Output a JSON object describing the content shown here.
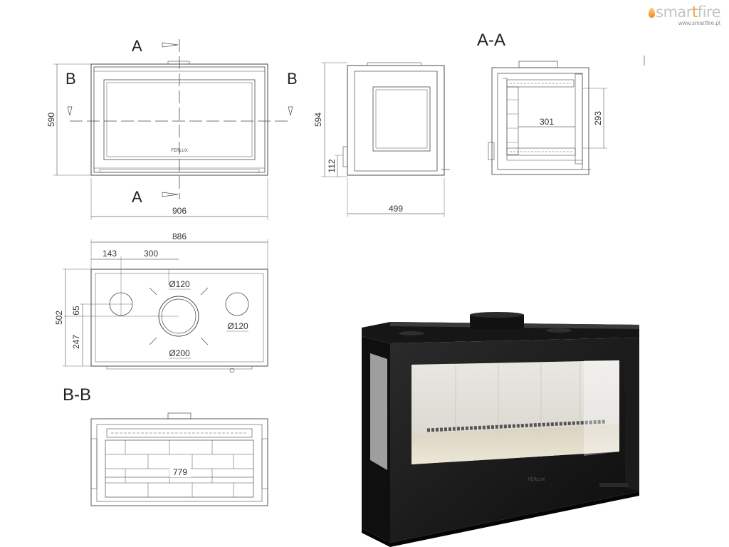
{
  "brand": {
    "name_part1": "smar",
    "name_accent": "t",
    "name_part2": "fire",
    "url": "www.smartfire.pt"
  },
  "section_labels": {
    "a_top": "A",
    "a_bottom": "A",
    "b_left": "B",
    "b_right": "B",
    "section_aa": "A-A",
    "section_bb": "B-B"
  },
  "dimensions": {
    "front_height": "590",
    "front_width": "906",
    "side_height": "594",
    "side_base": "112",
    "side_depth": "499",
    "section_aa_width": "301",
    "section_aa_height": "293",
    "top_width": "886",
    "top_offset_1": "143",
    "top_offset_2": "300",
    "top_depth": "502",
    "top_offset_65": "65",
    "top_offset_247": "247",
    "diameter_120_top": "Ø120",
    "diameter_120_right": "Ø120",
    "diameter_200": "Ø200",
    "section_bb_width": "779"
  },
  "product_badge": "FERLUX",
  "colors": {
    "line": "#4a4a4a",
    "dim": "#6b6b6b",
    "body": "#1a1a1a",
    "accent": "#f2a33c"
  }
}
